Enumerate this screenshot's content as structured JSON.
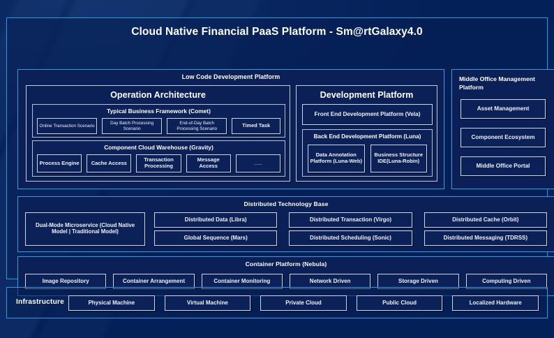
{
  "header": {
    "title": "Cloud Native Financial PaaS Platform - Sm@rtGalaxy4.0"
  },
  "low_code": {
    "title": "Low Code Development Platform",
    "operation_architecture": {
      "title": "Operation Architecture",
      "comet": {
        "title": "Typical Business Framework (Comet)",
        "items": [
          "Online Transaction Scenario",
          "Day Batch Processing Scenario",
          "End-of-Day Batch Processing Scenario",
          "Timed Task"
        ]
      },
      "gravity": {
        "title": "Component Cloud Warehouse (Gravity)",
        "items": [
          "Process Engine",
          "Cache Access",
          "Transaction Processing",
          "Message Access",
          "......"
        ]
      }
    },
    "development_platform": {
      "title": "Development Platform",
      "front_end": "Front End Development Platform (Vela)",
      "back_end": {
        "title": "Back End Development Platform (Luna)",
        "items": [
          "Data Annotation Platform (Luna-Web)",
          "Business Structure IDE(Luna-Robin)"
        ]
      }
    }
  },
  "middle_office": {
    "title": "Middle Office Management Platform",
    "items": [
      "Asset Management",
      "Component Ecosystem",
      "Middle Office Portal"
    ]
  },
  "distributed_technology_base": {
    "title": "Distributed Technology Base",
    "wide_item": "Dual-Mode Microservice (Cloud Native Model | Traditional Model)",
    "grid_items": [
      "Distributed Data (Libra)",
      "Distributed Transaction (Virgo)",
      "Distributed Cache (Orbit)",
      "Global Sequence (Mars)",
      "Distributed Scheduling (Sonic)",
      "Distributed Messaging (TDRSS)"
    ]
  },
  "container_platform": {
    "title": "Container Platform (Nebula)",
    "items": [
      "Image Repository",
      "Container Arrangement",
      "Container Monitoring",
      "Network Driven",
      "Storage Driven",
      "Computing Driven"
    ]
  },
  "infrastructure": {
    "label": "Infrastructure",
    "items": [
      "Physical Machine",
      "Virtual Machine",
      "Private Cloud",
      "Public Cloud",
      "Localized Hardware"
    ]
  },
  "colors": {
    "background": "#042059",
    "accent_border": "#1c9ee6",
    "panel_fill": "#0a2057",
    "box_border": "#cfd6e4",
    "text": "#ffffff"
  }
}
